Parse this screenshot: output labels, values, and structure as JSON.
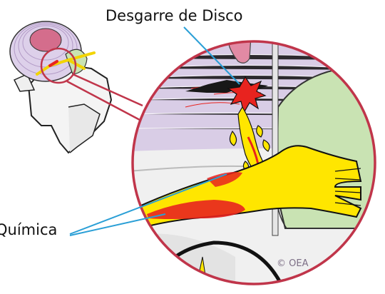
{
  "labels": {
    "disc_tear": "Desgarre de Disco",
    "chemical": "Química"
  },
  "copyright": "© OEA",
  "colors": {
    "leader_line": "#2a9fd6",
    "zoom_ring": "#c0354a",
    "disc_purple": "#d9cde6",
    "nerve_yellow": "#ffe600",
    "inflammation_red": "#e8231f",
    "disc_green": "#c9e3b3"
  }
}
